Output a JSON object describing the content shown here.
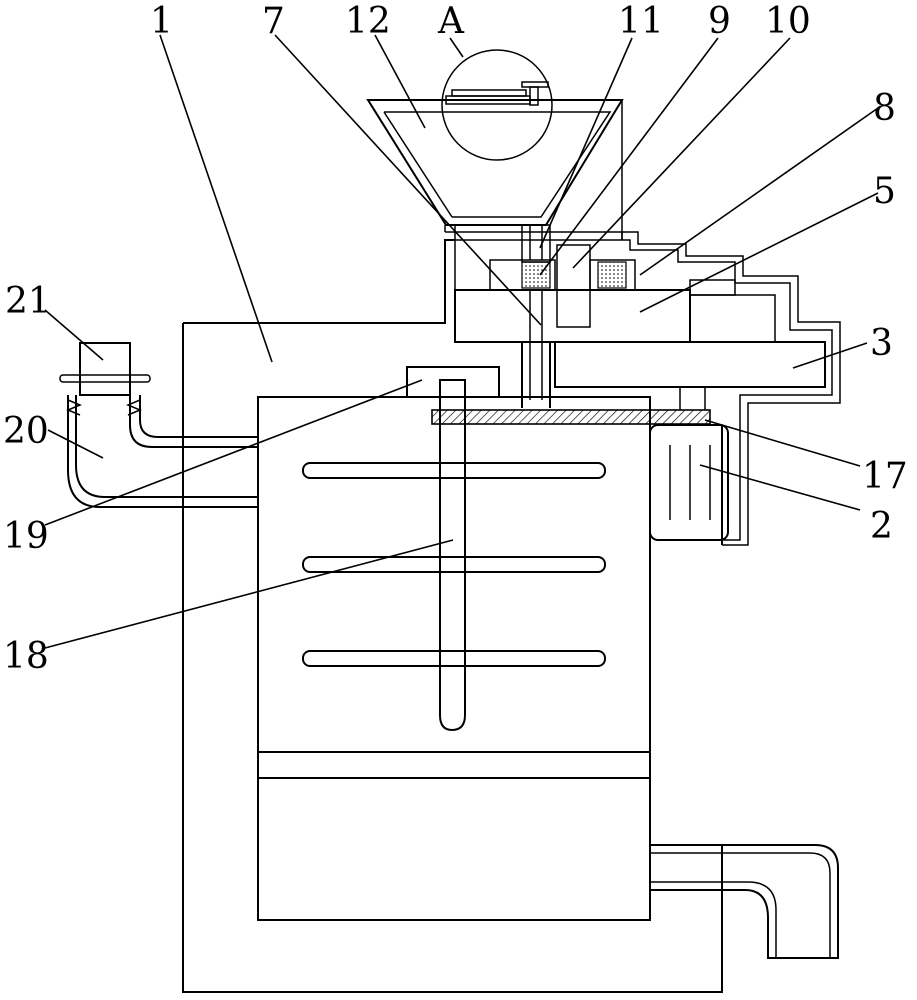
{
  "labels": {
    "n1": "1",
    "n7": "7",
    "n12": "12",
    "nA": "A",
    "n11": "11",
    "n9": "9",
    "n10": "10",
    "n8": "8",
    "n5": "5",
    "n3": "3",
    "n21": "21",
    "n20": "20",
    "n17": "17",
    "n2": "2",
    "n19": "19",
    "n18": "18"
  },
  "colors": {
    "line": "#000000",
    "background": "#ffffff"
  }
}
